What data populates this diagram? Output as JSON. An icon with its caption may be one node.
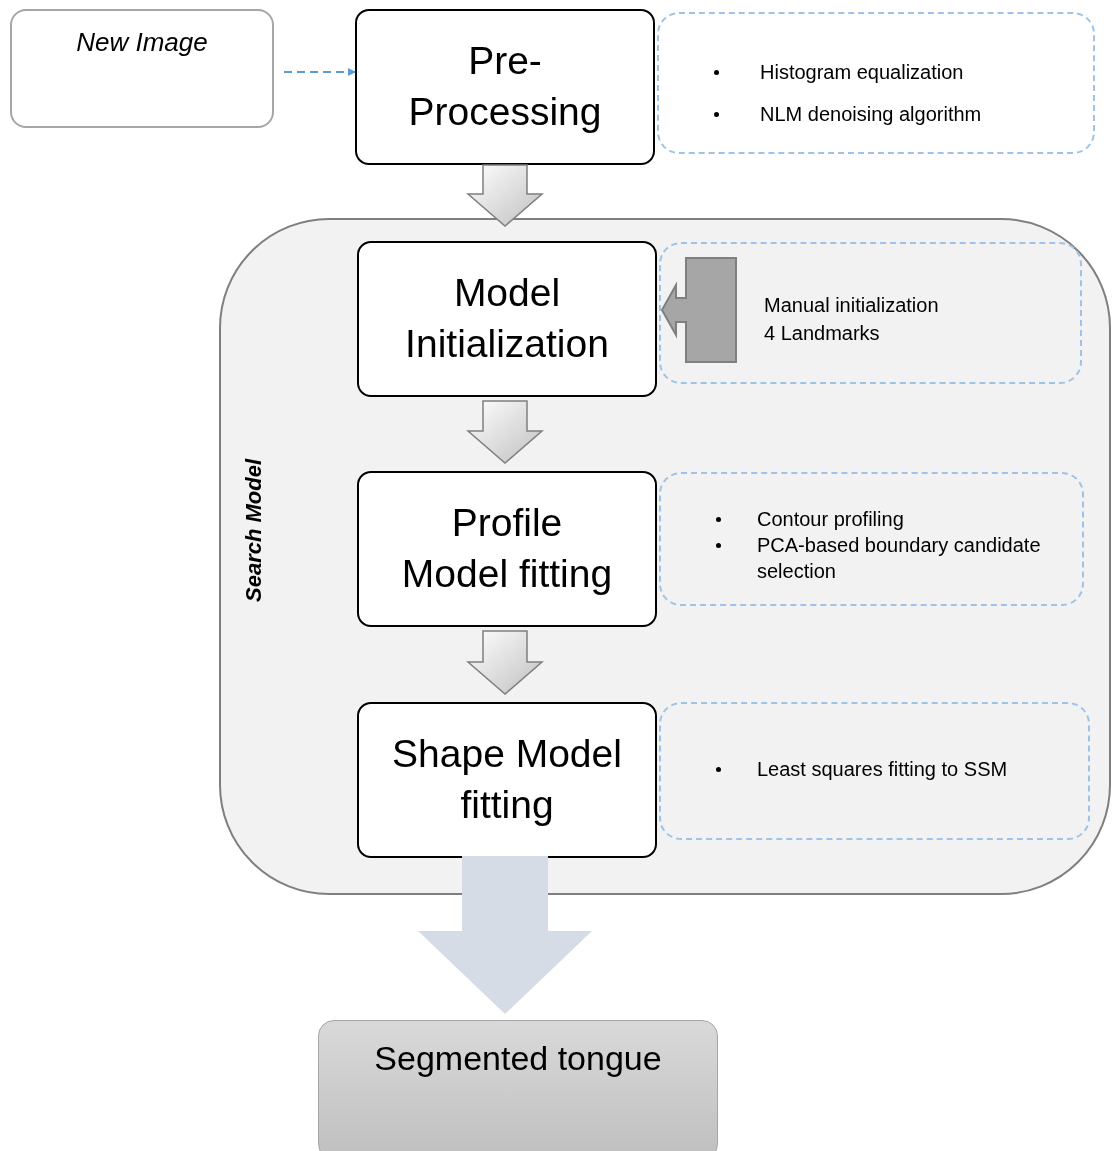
{
  "diagram": {
    "nodes": [
      {
        "text": [
          "New Image"
        ]
      },
      {
        "text": [
          "Pre-Processing"
        ]
      },
      {
        "text": [
          "Histogram equalization",
          "NLM denoising algorithm"
        ]
      },
      {
        "text": [
          "Search Model"
        ]
      },
      {
        "text": [
          "Model Initialization"
        ],
        "in": 3
      },
      {
        "text": [
          "Manual initialization",
          "4 Landmarks"
        ],
        "in": 3
      },
      {
        "text": [
          "Profile Model fitting"
        ],
        "in": 3
      },
      {
        "text": [
          "Contour profiling",
          "PCA-based boundary candidate selection"
        ],
        "in": 3
      },
      {
        "text": [
          "Shape Model fitting"
        ],
        "in": 3
      },
      {
        "text": [
          "Least squares fitting to SSM"
        ],
        "in": 3
      },
      {
        "text": [
          "Segmented tongue"
        ]
      }
    ],
    "edges": [
      {
        "from": 0,
        "to": 1,
        "arrow": "to",
        "style": "dashed",
        "color": "#5b9bd5"
      },
      {
        "from": 1,
        "to": 4,
        "arrow": "to"
      },
      {
        "from": 5,
        "to": 4,
        "arrow": "to",
        "color": "#a6a6a6"
      },
      {
        "from": 4,
        "to": 6,
        "arrow": "to"
      },
      {
        "from": 6,
        "to": 8,
        "arrow": "to"
      },
      {
        "from": 8,
        "to": 10,
        "arrow": "to",
        "color": "#d6dce5"
      }
    ]
  }
}
